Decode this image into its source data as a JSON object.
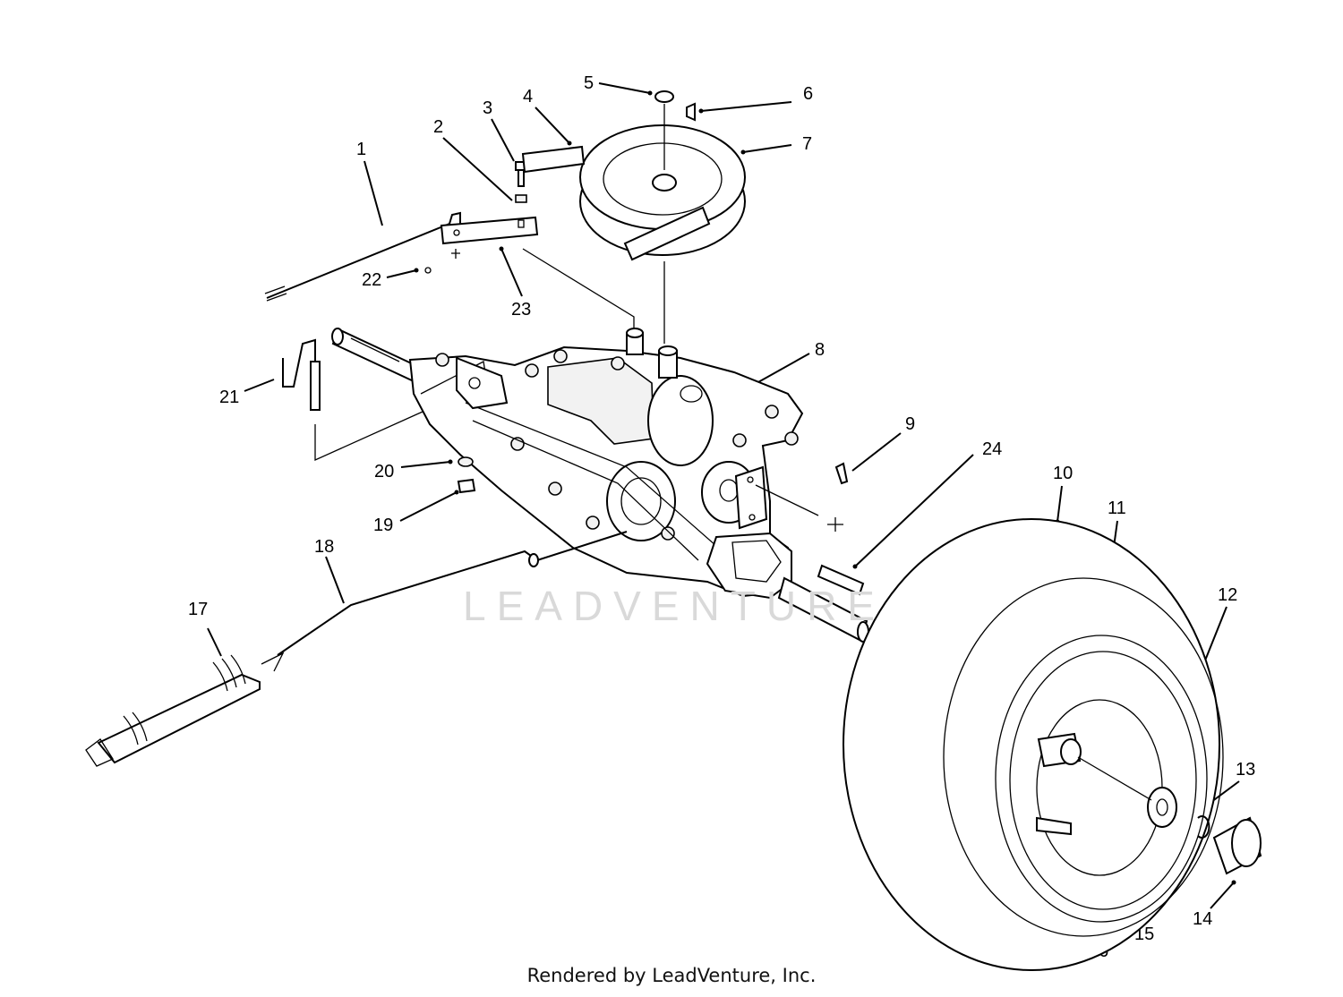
{
  "diagram": {
    "watermark": "LEADVENTURE",
    "footer": "Rendered by LeadVenture, Inc.",
    "callouts": [
      {
        "id": "1",
        "label": "1"
      },
      {
        "id": "2",
        "label": "2"
      },
      {
        "id": "3",
        "label": "3"
      },
      {
        "id": "4",
        "label": "4"
      },
      {
        "id": "5",
        "label": "5"
      },
      {
        "id": "6",
        "label": "6"
      },
      {
        "id": "7",
        "label": "7"
      },
      {
        "id": "8",
        "label": "8"
      },
      {
        "id": "9",
        "label": "9"
      },
      {
        "id": "10",
        "label": "10"
      },
      {
        "id": "11",
        "label": "11"
      },
      {
        "id": "12",
        "label": "12"
      },
      {
        "id": "13",
        "label": "13"
      },
      {
        "id": "14",
        "label": "14"
      },
      {
        "id": "15",
        "label": "15"
      },
      {
        "id": "16",
        "label": "16"
      },
      {
        "id": "17",
        "label": "17"
      },
      {
        "id": "18",
        "label": "18"
      },
      {
        "id": "19",
        "label": "19"
      },
      {
        "id": "20",
        "label": "20"
      },
      {
        "id": "21",
        "label": "21"
      },
      {
        "id": "22",
        "label": "22"
      },
      {
        "id": "23",
        "label": "23"
      },
      {
        "id": "24",
        "label": "24"
      }
    ]
  }
}
